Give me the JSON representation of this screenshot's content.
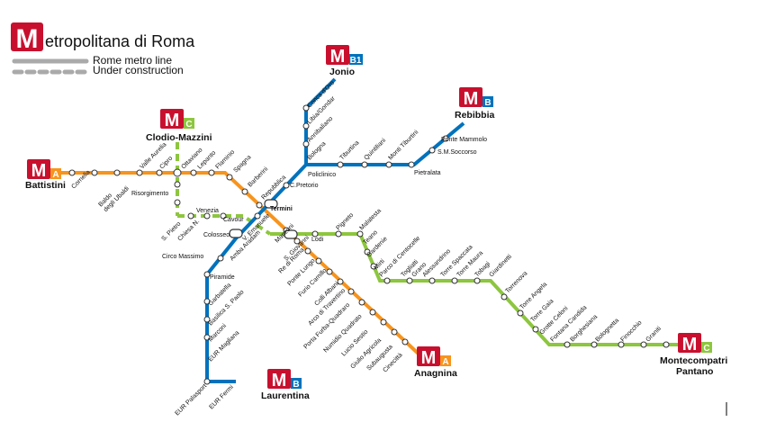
{
  "title": {
    "logo_letter": "M",
    "text": "etropolitana di Roma"
  },
  "legend": {
    "line_label": "Rome metro line",
    "construction_label": "Under construction"
  },
  "colors": {
    "line_a": "#f7941d",
    "line_b": "#0072bc",
    "line_c": "#8dc63f",
    "logo_red": "#c8102e",
    "legend_gray": "#aaaaaa"
  },
  "terminals": [
    {
      "id": "battistini",
      "name": "Battistini",
      "line": "A"
    },
    {
      "id": "anagnina",
      "name": "Anagnina",
      "line": "A"
    },
    {
      "id": "jonio",
      "name": "Jonio",
      "line": "B1"
    },
    {
      "id": "rebibbia",
      "name": "Rebibbia",
      "line": "B"
    },
    {
      "id": "laurentina",
      "name": "Laurentina",
      "line": "B"
    },
    {
      "id": "clodio",
      "name": "Clodio-Mazzini",
      "line": "C"
    },
    {
      "id": "pantano",
      "name": "Montecompatri\nPantano",
      "line": "C"
    }
  ],
  "stations": [
    "Cornelia",
    "Baldo degli Ubaldi",
    "Valle Aurelia",
    "Cipro",
    "Ottaviano",
    "Lepanto",
    "Flaminio",
    "Spagna",
    "Barberini",
    "Repubblica",
    "Termini",
    "Vittorio Emanuele",
    "Manzoni",
    "S. Giovanni",
    "Re di Roma",
    "Ponte Lungo",
    "Furio Camillo",
    "Colli Albani",
    "Arco di Travertino",
    "Porta Furba-Quadraro",
    "Numidio Quadrato",
    "Lucio Sestio",
    "Giulio Agricola",
    "Subaugusta",
    "Cinecittà",
    "EUR Fermi",
    "EUR Palasport",
    "EUR Magliana",
    "Marconi",
    "Basilica S. Paolo",
    "Garbatella",
    "Piramide",
    "Circo Massimo",
    "Colosseo",
    "Cavour",
    "C.Pretorio",
    "Policlinico",
    "Bologna",
    "Tiburtina",
    "Quintiliani",
    "Monti Tiburtini",
    "Pietralata",
    "S.M.Soccorso",
    "Ponte Mammolo",
    "Sant'Agnese/Annibaliano",
    "Libia/Gondar",
    "Conca d'Oro",
    "Risorgimento",
    "S. Pietro",
    "Chiesa N.",
    "Venezia",
    "Amba Aradam",
    "Lodi",
    "Pigneto",
    "Malatesta",
    "Teano",
    "Gardenie",
    "Mirti",
    "Parco di Centocelle",
    "Togliatti",
    "Grano",
    "Alessandrino",
    "Torre Spaccata",
    "Torre Maura",
    "Tobagi",
    "Giardinetti",
    "Torrenova",
    "Torre Angela",
    "Torre Gaia",
    "Grotte Celoni",
    "Fontana Candida",
    "Borghesiana",
    "Bolognetta",
    "Finocchio",
    "Graniti"
  ]
}
